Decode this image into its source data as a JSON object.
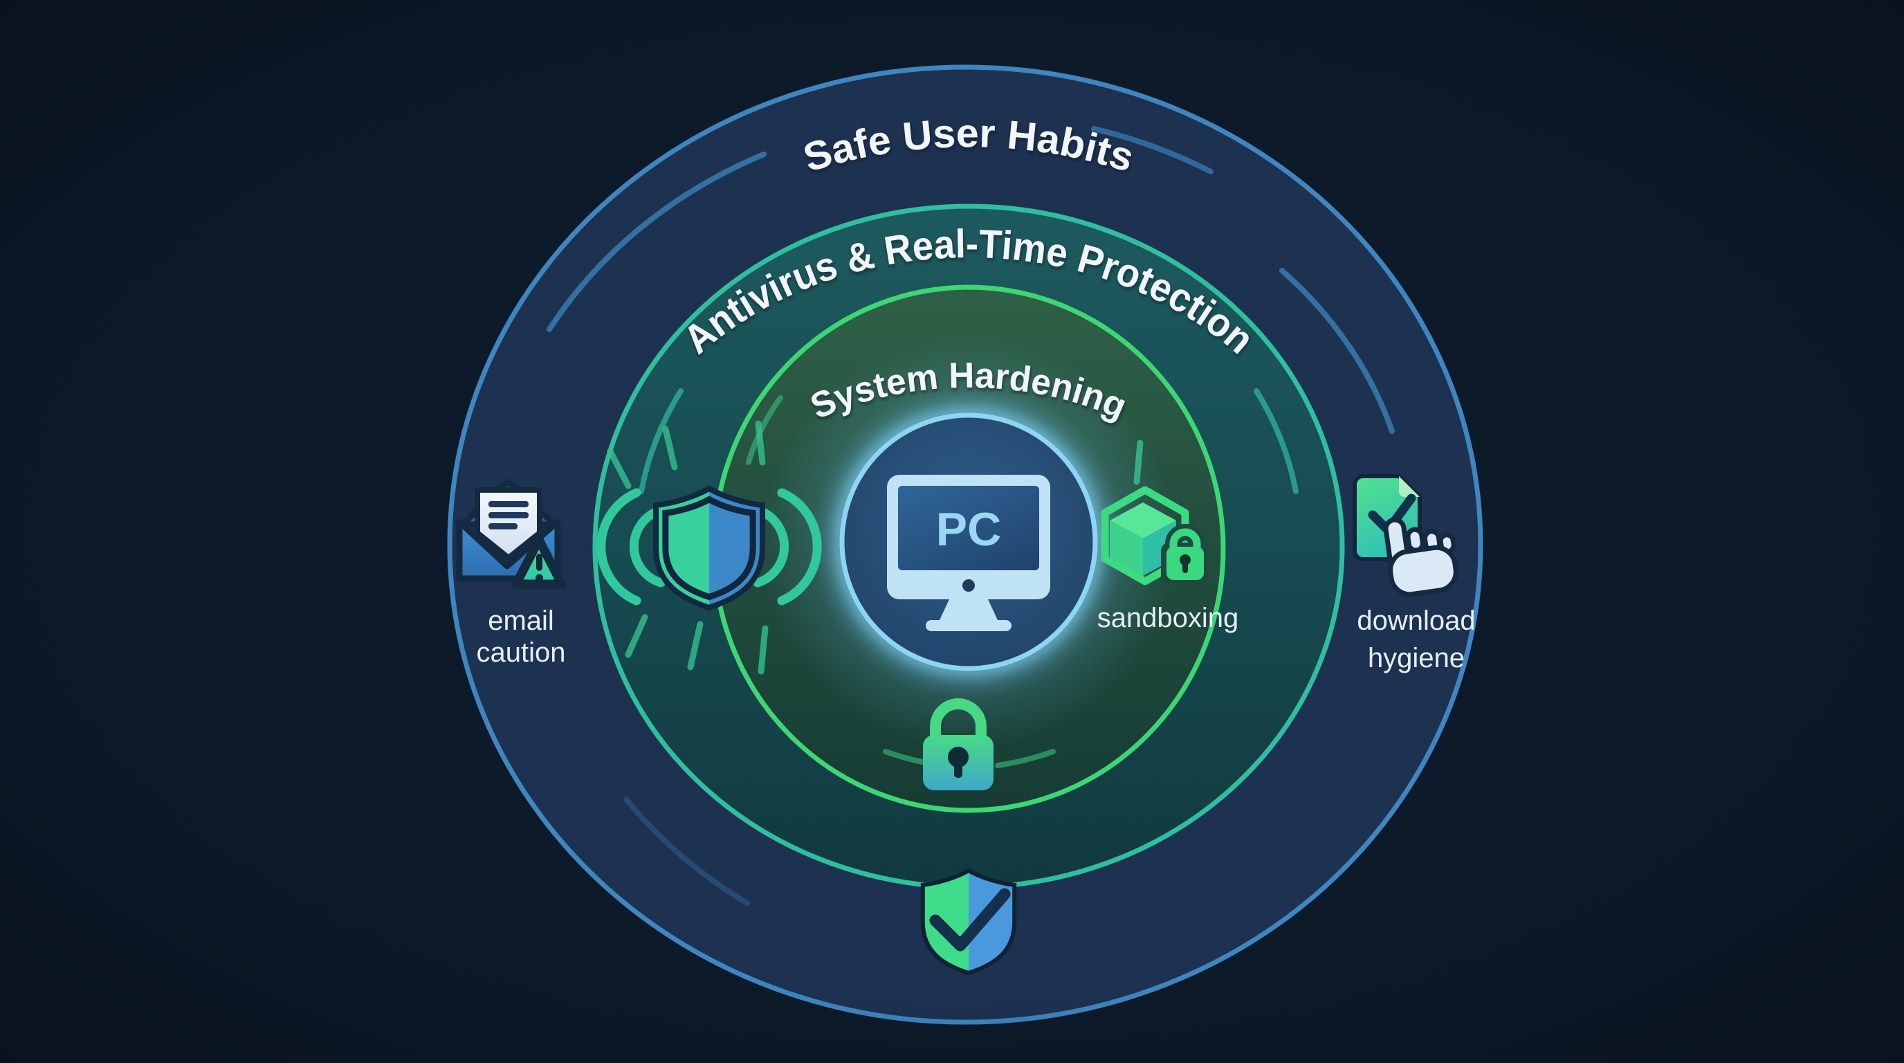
{
  "diagram": {
    "background_color": "#0d1a29",
    "core": {
      "device_label": "PC"
    },
    "rings": {
      "outer": {
        "label": "Safe User Habits",
        "border_color": "#3f86c0",
        "fill_color": "#1d3251"
      },
      "middle": {
        "label": "Antivirus & Real-Time Protection",
        "border_color": "#2fbf9e"
      },
      "inner": {
        "label": "System Hardening",
        "border_color": "#3ed674"
      }
    },
    "callouts": {
      "email": {
        "line1": "email",
        "line2": "caution"
      },
      "sandboxing": {
        "label": "sandboxing"
      },
      "download": {
        "line1": "download",
        "line2": "hygiene"
      }
    },
    "colors": {
      "accent_green": "#3ddc84",
      "accent_teal": "#2fc9a0",
      "accent_blue": "#3b86c6",
      "core_glow": "#8ed5f3",
      "label_text": "#e6edf5",
      "ring_text": "#f2f6fa"
    },
    "icons": [
      "pc-monitor-icon",
      "email-warning-icon",
      "antivirus-shield-waves-icon",
      "sandbox-cube-lock-icon",
      "download-check-hand-icon",
      "padlock-icon",
      "shield-check-icon"
    ]
  }
}
